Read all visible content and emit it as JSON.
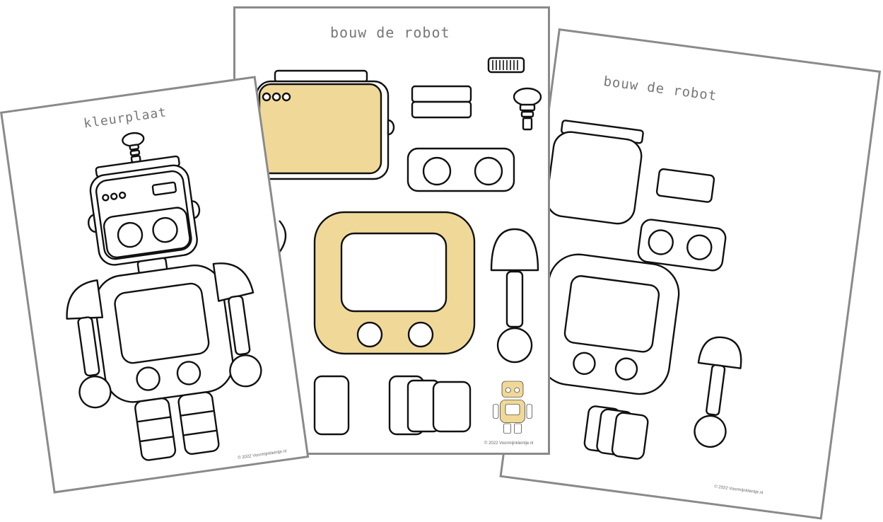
{
  "sheets": {
    "right": {
      "title": "bouw de robot",
      "credit": "© 2022 Voormijnkleintje.nl"
    },
    "middle": {
      "title": "bouw de robot",
      "credit": "© 2022 Voormijnkleintje.nl"
    },
    "left": {
      "title": "kleurplaat",
      "credit": "© 2022 Voormijnkleintje.nl"
    }
  },
  "colors": {
    "accent_fill": "#f0d998",
    "line": "#111111",
    "frame": "#8a8a8a",
    "title_gray": "#777777"
  }
}
